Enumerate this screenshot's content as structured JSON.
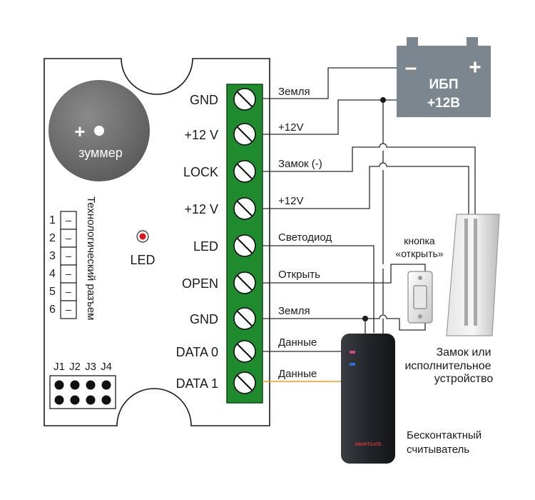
{
  "buzzer": {
    "plus": "+",
    "label": "зуммер"
  },
  "tech_connector": {
    "title": "Технологический разъем",
    "pins": [
      "1",
      "2",
      "3",
      "4",
      "5",
      "6"
    ],
    "dash": "–"
  },
  "led_indicator": {
    "label": "LED"
  },
  "jumpers": {
    "labels": [
      "J1",
      "J2",
      "J3",
      "J4"
    ]
  },
  "terminals": [
    "GND",
    "+12 V",
    "LOCK",
    "+12 V",
    "LED",
    "OPEN",
    "GND",
    "DATA 0",
    "DATA 1"
  ],
  "wire_labels": [
    "Земля",
    "+12V",
    "Замок (-)",
    "+12V",
    "Светодиод",
    "Открыть",
    "Земля",
    "Данные",
    "Данные"
  ],
  "ups": {
    "minus": "–",
    "plus": "+",
    "line1": "ИБП",
    "line2": "+12В"
  },
  "button": {
    "line1": "кнопка",
    "line2": "«открыть»"
  },
  "lock_device": {
    "line1": "Замок или",
    "line2": "исполнительное",
    "line3": "устройство"
  },
  "reader": {
    "brand": "SMARTGATE",
    "line1": "Бесконтактный",
    "line2": "считыватель"
  },
  "colors": {
    "terminal_green": "#1f8a2e",
    "ups_gray": "#7c868f",
    "reader_body": "#26292d",
    "led_red": "#e0141e",
    "data1_wire": "#e8a020"
  }
}
